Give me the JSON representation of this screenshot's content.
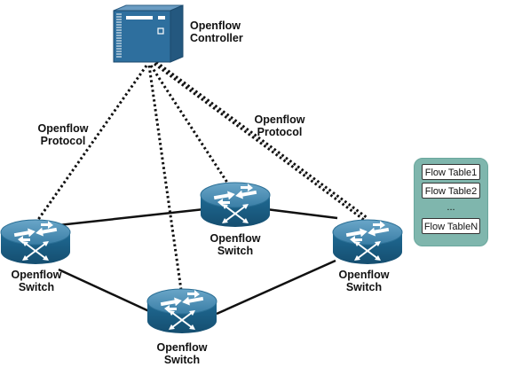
{
  "controller": {
    "label_line1": "Openflow",
    "label_line2": "Controller",
    "icon": "server-tower-icon"
  },
  "protocol_labels": [
    {
      "line1": "Openflow",
      "line2": "Protocol"
    },
    {
      "line1": "Openflow",
      "line2": "Protocol"
    }
  ],
  "switches": [
    {
      "line1": "Openflow",
      "line2": "Switch",
      "icon": "router-icon"
    },
    {
      "line1": "Openflow",
      "line2": "Switch",
      "icon": "router-icon"
    },
    {
      "line1": "Openflow",
      "line2": "Switch",
      "icon": "router-icon"
    },
    {
      "line1": "Openflow",
      "line2": "Switch",
      "icon": "router-icon"
    }
  ],
  "flow_tables": {
    "rows": [
      "Flow Table1",
      "Flow Table2",
      "...",
      "Flow TableN"
    ]
  },
  "colors": {
    "router_blue": "#1a5c82",
    "router_light": "#4a90b8",
    "controller_blue": "#2e6f9e",
    "panel_teal": "#7fb6ad"
  }
}
